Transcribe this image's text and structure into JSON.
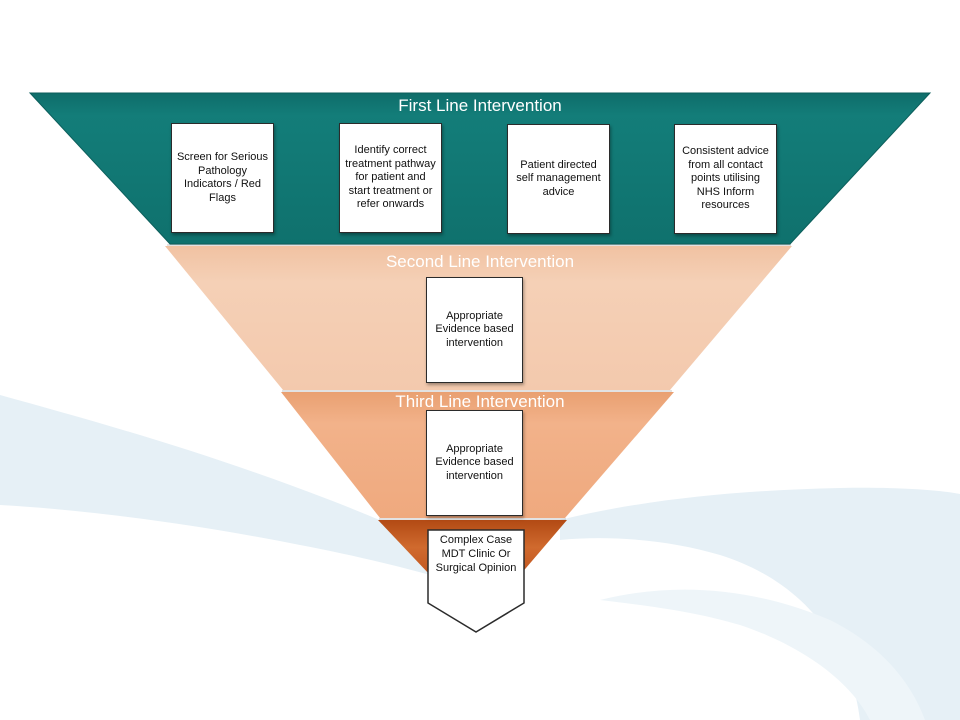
{
  "tiers": [
    {
      "title": "First Line Intervention",
      "boxes": [
        "Screen for Serious Pathology Indicators / Red Flags",
        "Identify correct treatment pathway for patient and start treatment or refer onwards",
        "Patient directed self management advice",
        "Consistent advice from all contact points utilising NHS Inform resources"
      ]
    },
    {
      "title": "Second Line Intervention",
      "boxes": [
        "Appropriate Evidence based intervention"
      ]
    },
    {
      "title": "Third Line Intervention",
      "boxes": [
        "Appropriate Evidence based intervention"
      ]
    }
  ],
  "final_box": "Complex Case MDT Clinic Or Surgical Opinion",
  "colors": {
    "tier1": "#127a77",
    "tier2": "#f3c9ad",
    "tier3": "#efa97e",
    "tier4": "#c85a1d",
    "background_wave": "#e6f0f6"
  }
}
